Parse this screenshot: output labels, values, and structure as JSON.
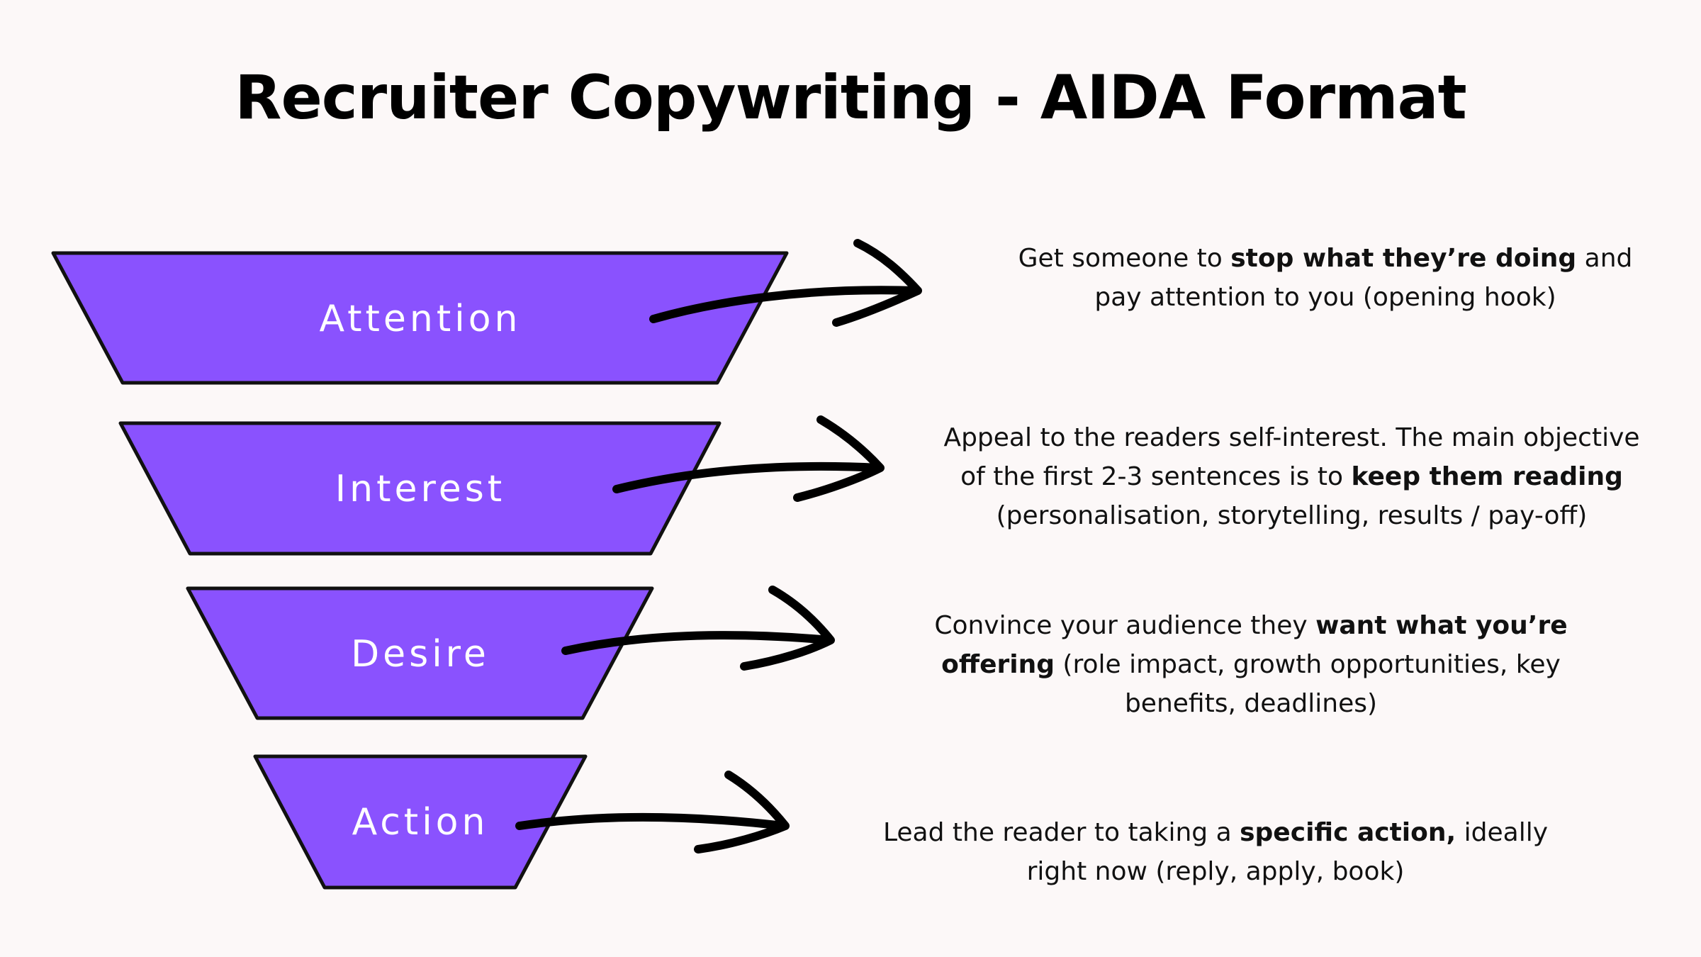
{
  "title": "Recruiter Copywriting - AIDA Format",
  "colors": {
    "background": "#fcf8f8",
    "funnel_fill": "#8a52fe",
    "outline": "#111111",
    "arrow": "#000000",
    "label_text": "#ffffff"
  },
  "stages": [
    {
      "label": "Attention",
      "description": {
        "line1_pre": "Get someone to ",
        "line1_bold": "stop what they’re doing",
        "line1_post": " and",
        "line2": "pay attention to you (opening hook)"
      }
    },
    {
      "label": "Interest",
      "description": {
        "line1": "Appeal to the readers self-interest. The main objective",
        "line2_pre": "of the first 2-3 sentences is to ",
        "line2_bold": "keep them reading",
        "line3": "(personalisation, storytelling, results / pay-off)"
      }
    },
    {
      "label": "Desire",
      "description": {
        "line1_pre": "Convince your audience they ",
        "line1_bold": "want what you’re",
        "line2_bold": "offering",
        "line2_post": " (role impact, growth opportunities, key",
        "line3": "benefits, deadlines)"
      }
    },
    {
      "label": "Action",
      "description": {
        "line1_pre": "Lead the reader to taking a ",
        "line1_bold": "specific action,",
        "line1_post": " ideally",
        "line2": "right now (reply, apply, book)"
      }
    }
  ]
}
